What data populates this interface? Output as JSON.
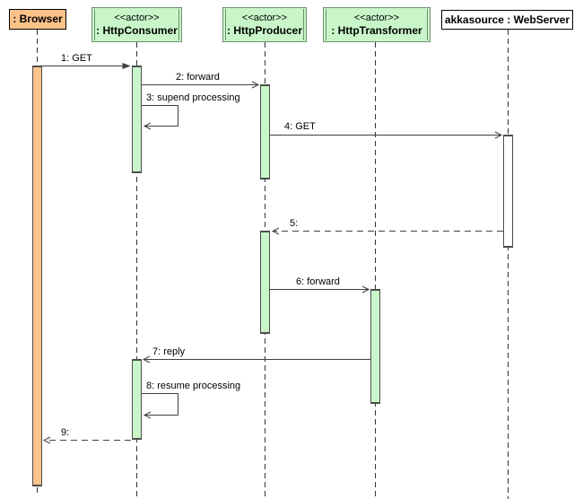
{
  "diagram": {
    "type": "uml-sequence-diagram",
    "colors": {
      "actor_fill": "#c9f6c9",
      "actor_border": "#6f8f6f",
      "browser_fill": "#fbc28a",
      "webserver_fill": "#ffffff",
      "line": "#4d4d4d",
      "background": "#ffffff"
    },
    "participants": [
      {
        "name": ": Browser"
      },
      {
        "stereotype": "<<actor>>",
        "name": ": HttpConsumer"
      },
      {
        "stereotype": "<<actor>>",
        "name": ": HttpProducer"
      },
      {
        "stereotype": "<<actor>>",
        "name": ": HttpTransformer"
      },
      {
        "name": "akkasource : WebServer"
      }
    ],
    "messages": [
      {
        "label": "1: GET",
        "from": ": Browser",
        "to": ": HttpConsumer",
        "line": "solid",
        "arrowhead": "filled",
        "self": false
      },
      {
        "label": "2: forward",
        "from": ": HttpConsumer",
        "to": ": HttpProducer",
        "line": "solid",
        "arrowhead": "open",
        "self": false
      },
      {
        "label": "3: supend processing",
        "from": ": HttpConsumer",
        "to": ": HttpConsumer",
        "line": "solid",
        "arrowhead": "open",
        "self": true
      },
      {
        "label": "4: GET",
        "from": ": HttpProducer",
        "to": "akkasource : WebServer",
        "line": "solid",
        "arrowhead": "open",
        "self": false
      },
      {
        "label": "5:",
        "from": "akkasource : WebServer",
        "to": ": HttpProducer",
        "line": "dashed",
        "arrowhead": "open",
        "self": false
      },
      {
        "label": "6: forward",
        "from": ": HttpProducer",
        "to": ": HttpTransformer",
        "line": "solid",
        "arrowhead": "open",
        "self": false
      },
      {
        "label": "7: reply",
        "from": ": HttpTransformer",
        "to": ": HttpConsumer",
        "line": "solid",
        "arrowhead": "open",
        "self": false
      },
      {
        "label": "8: resume processing",
        "from": ": HttpConsumer",
        "to": ": HttpConsumer",
        "line": "solid",
        "arrowhead": "open",
        "self": true
      },
      {
        "label": "9:",
        "from": ": HttpConsumer",
        "to": ": Browser",
        "line": "dashed",
        "arrowhead": "open",
        "self": false
      }
    ]
  }
}
